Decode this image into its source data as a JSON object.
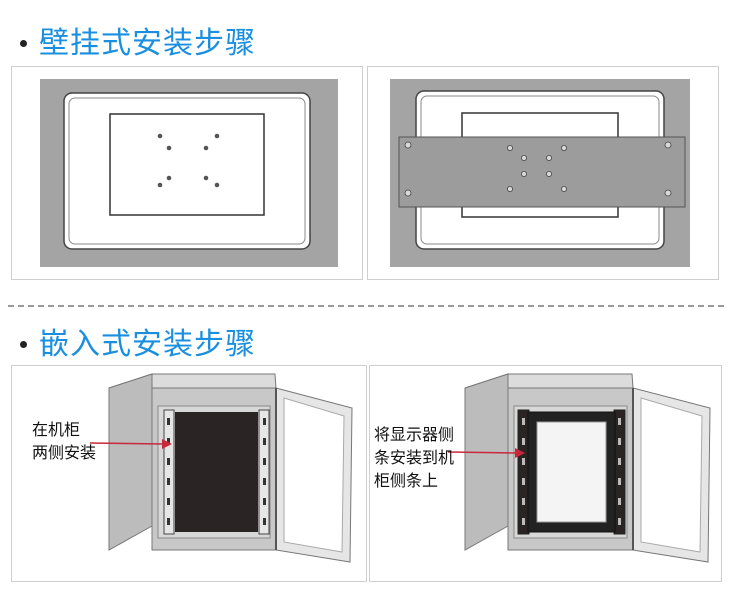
{
  "sections": {
    "wall_mount": {
      "title": "壁挂式安装步骤"
    },
    "embedded": {
      "title": "嵌入式安装步骤"
    }
  },
  "embedded_labels": {
    "left": [
      "在机柜",
      "两侧安装"
    ],
    "right": [
      "将显示器侧",
      "条安装到机",
      "柜侧条上"
    ]
  },
  "colors": {
    "title_blue": "#1a8fe0",
    "frame_gray": "#a4a4a4",
    "bracket_gray": "#9c9c9c",
    "cabinet_gray": "#c8c8c8",
    "arrow_red": "#c8283c",
    "screen_dark": "#2a2424"
  }
}
